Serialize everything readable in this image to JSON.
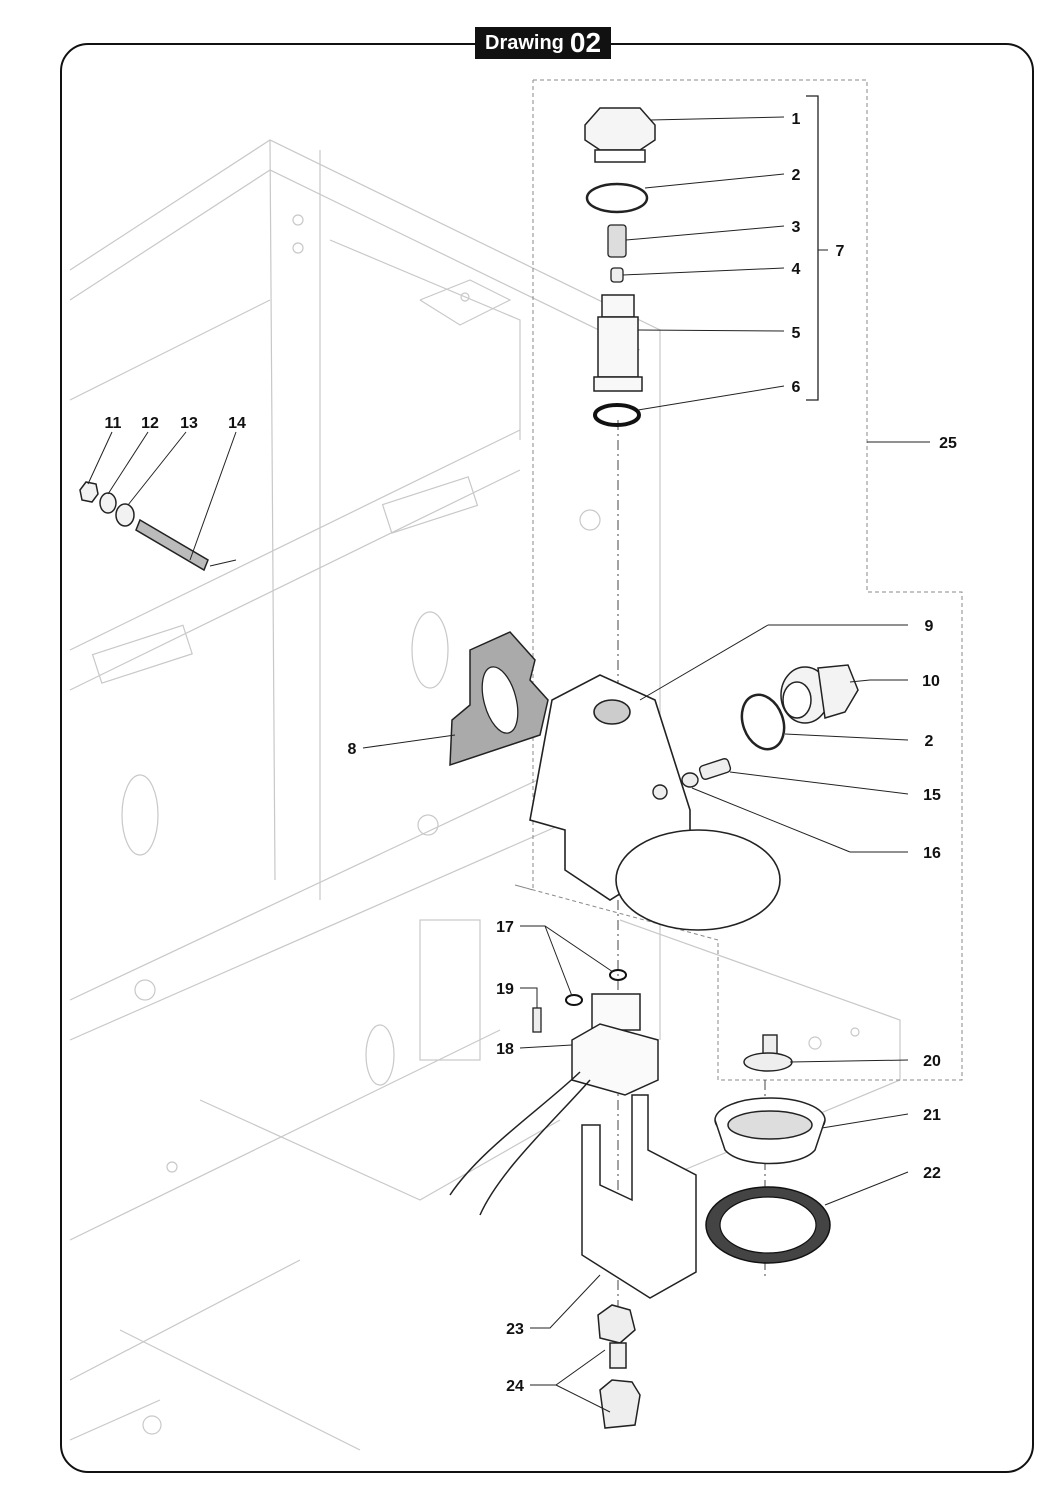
{
  "title": {
    "word": "Drawing",
    "number": "02"
  },
  "callouts": [
    {
      "id": "c1",
      "text": "1"
    },
    {
      "id": "c2a",
      "text": "2"
    },
    {
      "id": "c3",
      "text": "3"
    },
    {
      "id": "c4",
      "text": "4"
    },
    {
      "id": "c5",
      "text": "5"
    },
    {
      "id": "c6",
      "text": "6"
    },
    {
      "id": "c7",
      "text": "7"
    },
    {
      "id": "c25",
      "text": "25"
    },
    {
      "id": "c11",
      "text": "11"
    },
    {
      "id": "c12",
      "text": "12"
    },
    {
      "id": "c13",
      "text": "13"
    },
    {
      "id": "c14",
      "text": "14"
    },
    {
      "id": "c9",
      "text": "9"
    },
    {
      "id": "c10",
      "text": "10"
    },
    {
      "id": "c2b",
      "text": "2"
    },
    {
      "id": "c8",
      "text": "8"
    },
    {
      "id": "c15",
      "text": "15"
    },
    {
      "id": "c16",
      "text": "16"
    },
    {
      "id": "c17",
      "text": "17"
    },
    {
      "id": "c19",
      "text": "19"
    },
    {
      "id": "c18",
      "text": "18"
    },
    {
      "id": "c20",
      "text": "20"
    },
    {
      "id": "c21",
      "text": "21"
    },
    {
      "id": "c22",
      "text": "22"
    },
    {
      "id": "c23",
      "text": "23"
    },
    {
      "id": "c24",
      "text": "24"
    }
  ]
}
